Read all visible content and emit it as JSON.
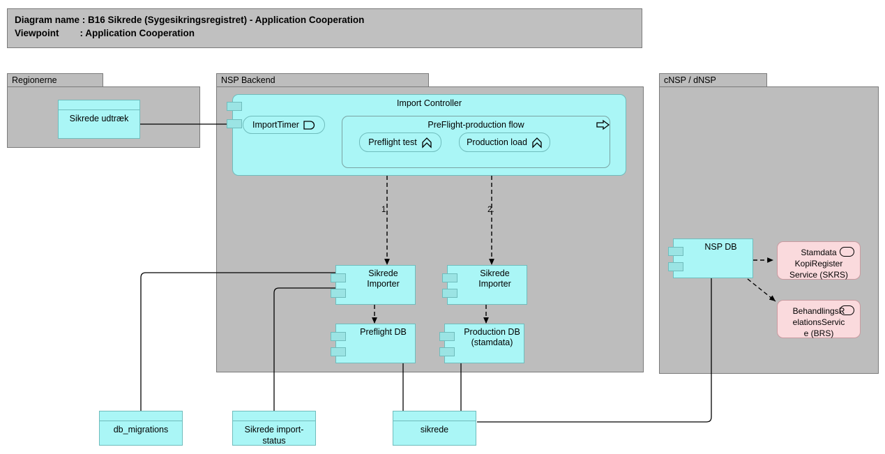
{
  "title": {
    "line1": "Diagram name : B16 Sikrede (Sygesikringsregistret) - Application Cooperation",
    "line2": "Viewpoint        : Application Cooperation"
  },
  "groups": [
    {
      "id": "regionerne",
      "label": "Regionerne"
    },
    {
      "id": "nsp-backend",
      "label": "NSP Backend"
    },
    {
      "id": "cnsp-dnsp",
      "label": "cNSP / dNSP"
    }
  ],
  "components": {
    "sikrede_udtraek": "Sikrede udtræk",
    "import_controller": "Import Controller",
    "import_timer": "ImportTimer",
    "preflight_flow": "PreFlight-production flow",
    "preflight_test": "Preflight test",
    "production_load": "Production load",
    "sikrede_importer_1": "Sikrede Importer",
    "sikrede_importer_2": "Sikrede Importer",
    "preflight_db": "Preflight DB",
    "production_db": "Production DB\n(stamdata)",
    "production_db_l1": "Production DB",
    "production_db_l2": "(stamdata)",
    "nsp_db": "NSP DB",
    "db_migrations": "db_migrations",
    "sikrede_import_status_l1": "Sikrede import-",
    "sikrede_import_status_l2": "status",
    "sikrede": "sikrede"
  },
  "services": [
    {
      "id": "skrs",
      "l1": "Stamdata",
      "l2": "KopiRegister",
      "l3": "Service (SKRS)"
    },
    {
      "id": "brs",
      "l1": "BehandlingsR",
      "l2": "elationsServic",
      "l3": "e (BRS)"
    }
  ],
  "edge_labels": {
    "one": "1.",
    "two": "2."
  },
  "icons": {
    "event": "application-event-icon",
    "process": "application-process-icon",
    "flow": "flow-arrow-icon",
    "interface": "application-interface-icon"
  },
  "colors": {
    "group_fill": "#bdbdbd",
    "group_stroke": "#7a7a7a",
    "title_fill": "#c0c0c0",
    "component_fill": "#aaf6f6",
    "component_stroke": "#6fbcbc",
    "port_fill": "#9be4e4",
    "service_fill": "#fadadd",
    "service_stroke": "#c99aa0",
    "line": "#000000",
    "canvas": "#ffffff"
  }
}
